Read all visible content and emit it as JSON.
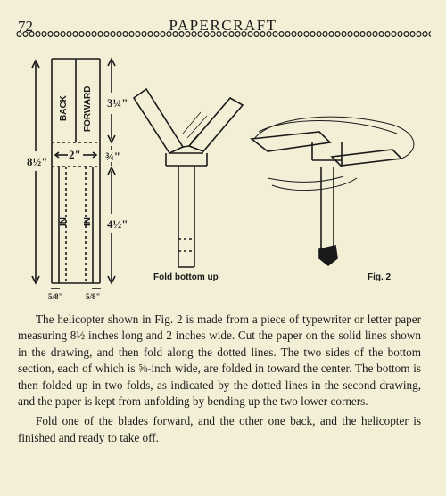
{
  "header": {
    "page_number": "72",
    "title": "PAPERCRAFT"
  },
  "diagram": {
    "label_back": "BACK",
    "label_forward": "FORWARD",
    "label_in_left": "IN",
    "label_in_right": "IN",
    "dim_top": "3¼\"",
    "dim_mid": "¾\"",
    "dim_bottom": "4½\"",
    "dim_total": "8½\"",
    "dim_width": "2\"",
    "dim_bottom_left": "5/8\"",
    "dim_bottom_right": "5/8\""
  },
  "captions": {
    "fold_bottom_up": "Fold bottom up",
    "fig": "Fig. 2"
  },
  "body": {
    "paragraph_1": "The helicopter shown in Fig. 2 is made from a piece of typewriter or letter paper measuring 8½ inches long and 2 inches wide. Cut the paper on the solid lines shown in the drawing, and then fold along the dotted lines. The two sides of the bottom section, each of which is ⅝-inch wide, are folded in toward the center. The bottom is then folded up in two folds, as indicated by the dotted lines in the second drawing, and the paper is kept from unfolding by bending up the two lower corners.",
    "paragraph_2": "Fold one of the blades forward, and the other one back, and the helicopter is finished and ready to take off."
  }
}
